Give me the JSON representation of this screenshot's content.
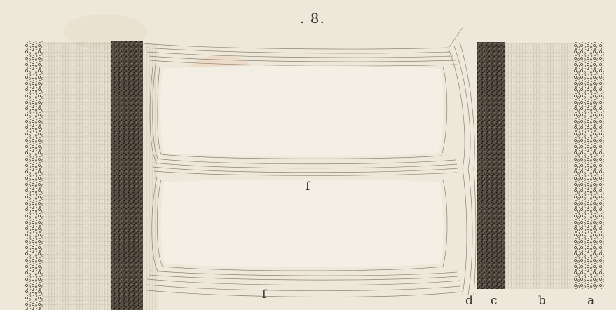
{
  "figure": {
    "number": ". 8.",
    "labels": {
      "f_middle": "f",
      "f_bottom": "f",
      "d": "d",
      "c": "c",
      "b": "b",
      "a": "a"
    }
  },
  "colors": {
    "paper": "#eee8da",
    "ink": "#3a342c",
    "dense_layer": "#2f2a24",
    "stain": "#e9cdb0"
  }
}
